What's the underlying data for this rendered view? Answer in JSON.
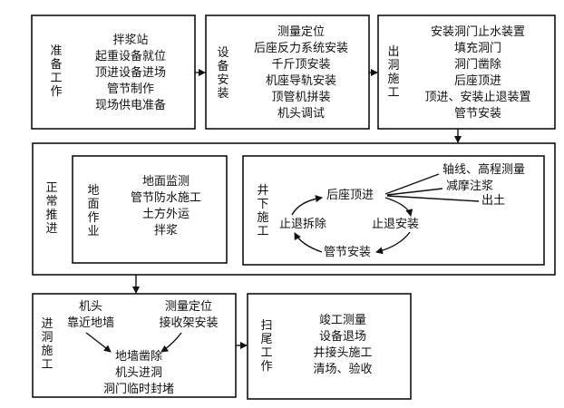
{
  "prep": {
    "title": "准备工作",
    "items": [
      "拌浆站",
      "起重设备就位",
      "顶进设备进场",
      "管节制作",
      "现场供电准备"
    ]
  },
  "install": {
    "title": "设备安装",
    "items": [
      "测量定位",
      "后座反力系统安装",
      "千斤顶安装",
      "机座导轨安装",
      "顶管机拼装",
      "机头调试"
    ]
  },
  "exit": {
    "title": "出洞施工",
    "items": [
      "安装洞门止水装置",
      "填充洞门",
      "洞门凿除",
      "后座顶进",
      "顶进、安装止退装置",
      "管节安装"
    ]
  },
  "normal": {
    "title": "正常推进"
  },
  "ground": {
    "title": "地面作业",
    "items": [
      "地面监测",
      "管节防水施工",
      "土方外运",
      "拌浆"
    ]
  },
  "well": {
    "title": "井下施工",
    "cycle": {
      "top": "后座顶进",
      "right": "止退安装",
      "bottom": "管节安装",
      "left": "止退拆除"
    },
    "side": [
      "轴线、高程测量",
      "减摩注浆",
      "出土"
    ]
  },
  "enter": {
    "title": "进洞施工",
    "left_top": [
      "机头",
      "靠近地墙"
    ],
    "right_top": [
      "测量定位",
      "接收架安装"
    ],
    "bottom": [
      "地墙凿除",
      "机头进洞",
      "洞门临时封堵"
    ]
  },
  "finish": {
    "title": "扫尾工作",
    "items": [
      "竣工测量",
      "设备退场",
      "井接头施工",
      "清场、验收"
    ]
  }
}
